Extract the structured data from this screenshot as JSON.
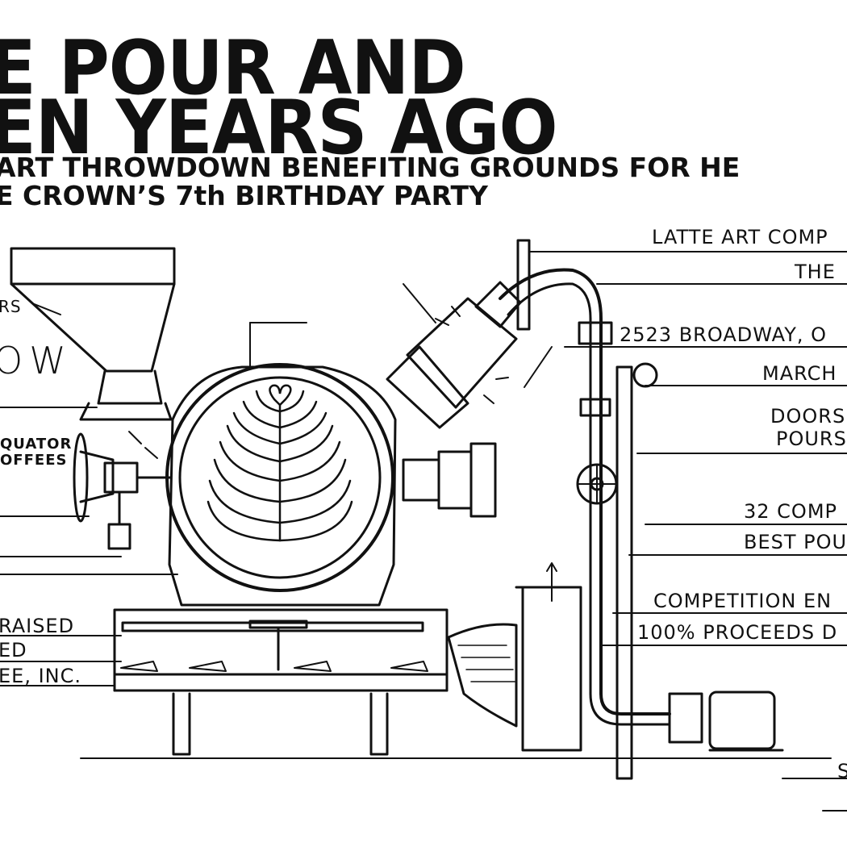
{
  "headline": {
    "line1": "E POUR AND",
    "line2": "EN YEARS AGO"
  },
  "subheadline": {
    "line1": "ART THROWDOWN BENEFITING GROUNDS FOR HE",
    "line2": "E CROWN’S 7th BIRTHDAY PARTY"
  },
  "right_labels": [
    "LATTE ART COMP",
    "THE",
    "2523 BROADWAY, O",
    "MARCH",
    "DOORS",
    "POURS",
    "32 COMP",
    "BEST POU",
    "COMPETITION EN",
    "100% PROCEEDS D",
    "S",
    ""
  ],
  "left_labels": {
    "rs": "RS",
    "ow": "OW",
    "quator": "QUATOR",
    "offees": "OFFEES",
    "raised": "RAISED",
    "ed": "ED",
    "ee_inc": "EE, INC."
  },
  "colors": {
    "ink": "#111111",
    "paper": "#ffffff"
  },
  "icons": [
    "latte-art-rosetta-icon",
    "up-arrow-icon",
    "valve-wheel-icon"
  ]
}
